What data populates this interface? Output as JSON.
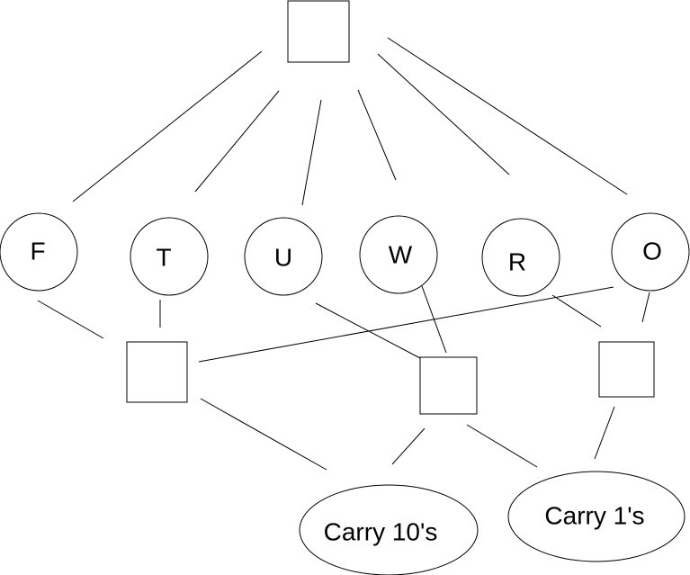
{
  "diagram": {
    "variables": [
      "F",
      "T",
      "U",
      "W",
      "R",
      "O"
    ],
    "carries": [
      "Carry 10's",
      "Carry 1's"
    ],
    "constraint_count_top": 1,
    "constraint_count_middle": 3
  },
  "colors": {
    "stroke": "#000000",
    "fill": "#ffffff",
    "background": "#ffffff"
  }
}
